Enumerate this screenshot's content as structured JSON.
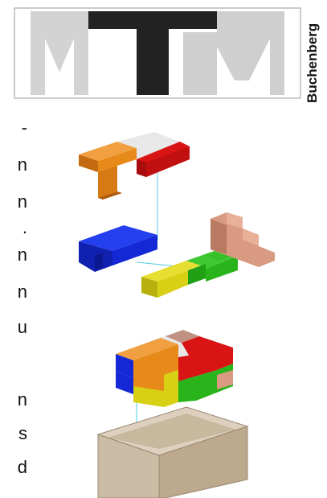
{
  "logo": {
    "mark_text": "MTM",
    "tagline": "Buchenberg",
    "colors": {
      "grey": "#cfcfcf",
      "black": "#222222",
      "text": "#111111",
      "frame": "#9a9a9a"
    }
  },
  "side_text_fragments": [
    "-",
    "n",
    "n",
    ".",
    "n",
    "n",
    "u",
    "n",
    "s",
    "d"
  ],
  "illustration": {
    "description_icons": [
      "puzzle-piece-l-orange",
      "puzzle-piece-blue",
      "puzzle-piece-yellow-green",
      "puzzle-piece-stair-brown",
      "assembled-cube",
      "wooden-box"
    ],
    "colors": {
      "orange": "#e88a1a",
      "white": "#e6e6e6",
      "red": "#d81414",
      "blue": "#1428d6",
      "yellow": "#d8d014",
      "green": "#28b41a",
      "brown": "#d89a80",
      "wood": "#c9b49a",
      "cyan": "#4fd0e0"
    }
  }
}
